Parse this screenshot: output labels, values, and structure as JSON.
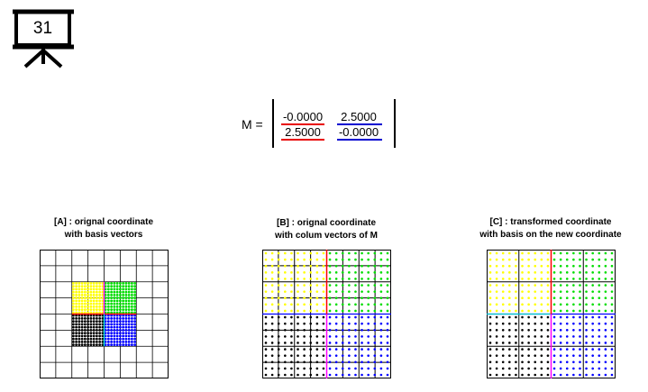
{
  "slide_number": "31",
  "matrix": {
    "label": "M =",
    "cells": [
      [
        "-0.0000",
        "2.5000"
      ],
      [
        "2.5000",
        "-0.0000"
      ]
    ],
    "column_colors": [
      "#e80000",
      "#0000d0"
    ]
  },
  "panels": [
    {
      "title_line1": "[A] : orignal coordinate",
      "title_line2": "with basis vectors"
    },
    {
      "title_line1": "[B] : orignal coordinate",
      "title_line2": "with colum vectors of M"
    },
    {
      "title_line1": "[C] : transformed coordinate",
      "title_line2": "with basis on the new coordinate"
    }
  ],
  "colors": {
    "quadrant_top_left": "#ffff00",
    "quadrant_top_right": "#00dd00",
    "quadrant_bottom_left": "#000000",
    "quadrant_bottom_right": "#0000ff",
    "axis_horizontal": "#ff0000",
    "axis_vertical": "#ff00ff",
    "axis_cyan": "#00cccc",
    "grid": "#000000"
  }
}
